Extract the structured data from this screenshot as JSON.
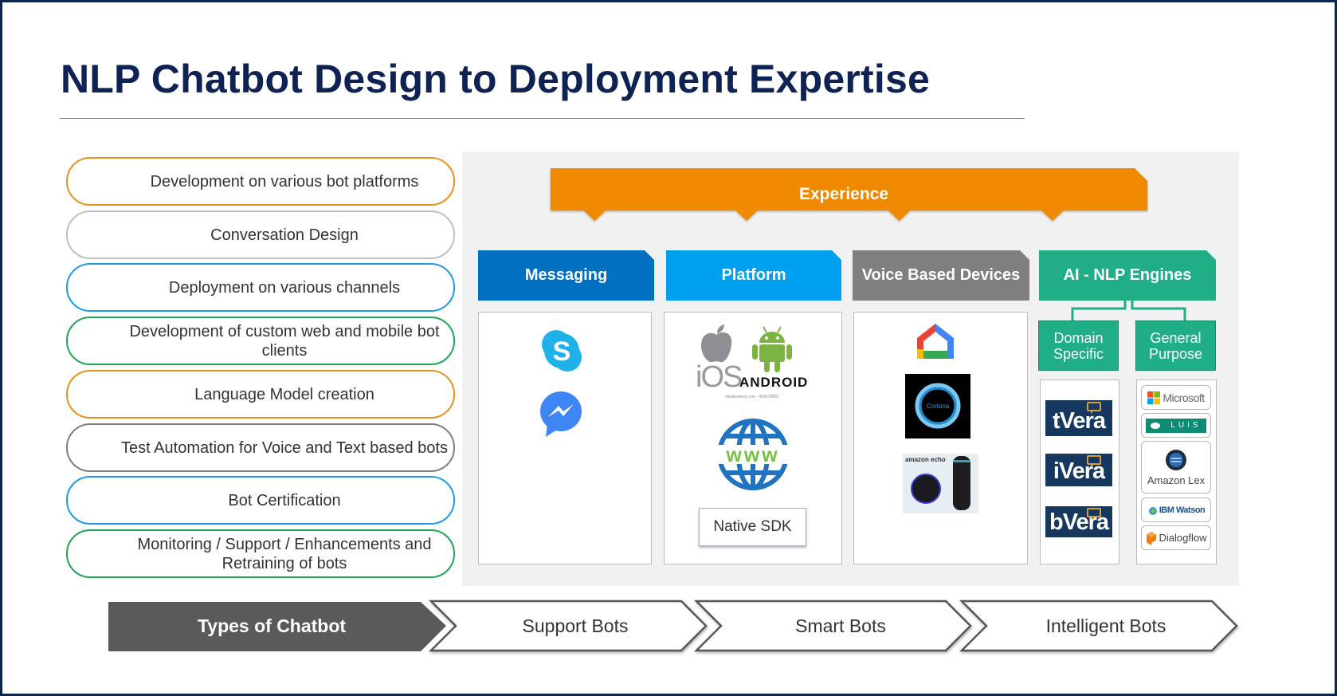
{
  "title": "NLP Chatbot Design to Deployment Expertise",
  "capabilities": [
    {
      "label": "Development on various bot platforms",
      "color": "#e8921e"
    },
    {
      "label": "Conversation Design",
      "color": "#c0c0c0"
    },
    {
      "label": "Deployment on various channels",
      "color": "#1e9be6"
    },
    {
      "label": "Development of custom web and mobile bot clients",
      "color": "#1fa651"
    },
    {
      "label": "Language Model creation",
      "color": "#e8921e"
    },
    {
      "label": "Test Automation for Voice and Text based bots",
      "color": "#7f7f7f"
    },
    {
      "label": "Bot Certification",
      "color": "#1e9be6"
    },
    {
      "label": "Monitoring / Support / Enhancements and Retraining of bots",
      "color": "#1fa651"
    }
  ],
  "experience": {
    "banner_label": "Experience",
    "banner_color": "#ef8a00",
    "columns": [
      {
        "label": "Messaging",
        "color": "#0070c0",
        "items": [
          "skype-logo",
          "messenger-logo"
        ]
      },
      {
        "label": "Platform",
        "color": "#00a0f0",
        "items": [
          "iOS",
          "ANDROID",
          "www",
          "Native SDK"
        ]
      },
      {
        "label": "Voice Based Devices",
        "color": "#7f7f7f",
        "items": [
          "google-home-logo",
          "Cortana",
          "amazon echo"
        ]
      },
      {
        "label": "AI - NLP Engines",
        "color": "#1fae86"
      }
    ],
    "ai_nlp": {
      "domain_specific": {
        "label": "Domain Specific",
        "products": [
          "tVera",
          "iVera",
          "bVera"
        ]
      },
      "general_purpose": {
        "label": "General Purpose",
        "vendors": [
          "Microsoft",
          "LUIS",
          "Amazon Lex",
          "IBM Watson",
          "Dialogflow"
        ]
      }
    },
    "platform": {
      "ios": "iOS",
      "android": "ANDROID",
      "www": "www",
      "native_sdk": "Native SDK",
      "watermark": "shutterstock.com · 426075820"
    },
    "voice": {
      "cortana": "Cortana",
      "amazon_echo": "amazon echo"
    }
  },
  "chatbot_types": {
    "heading": "Types of Chatbot",
    "types": [
      "Support Bots",
      "Smart Bots",
      "Intelligent Bots"
    ]
  }
}
